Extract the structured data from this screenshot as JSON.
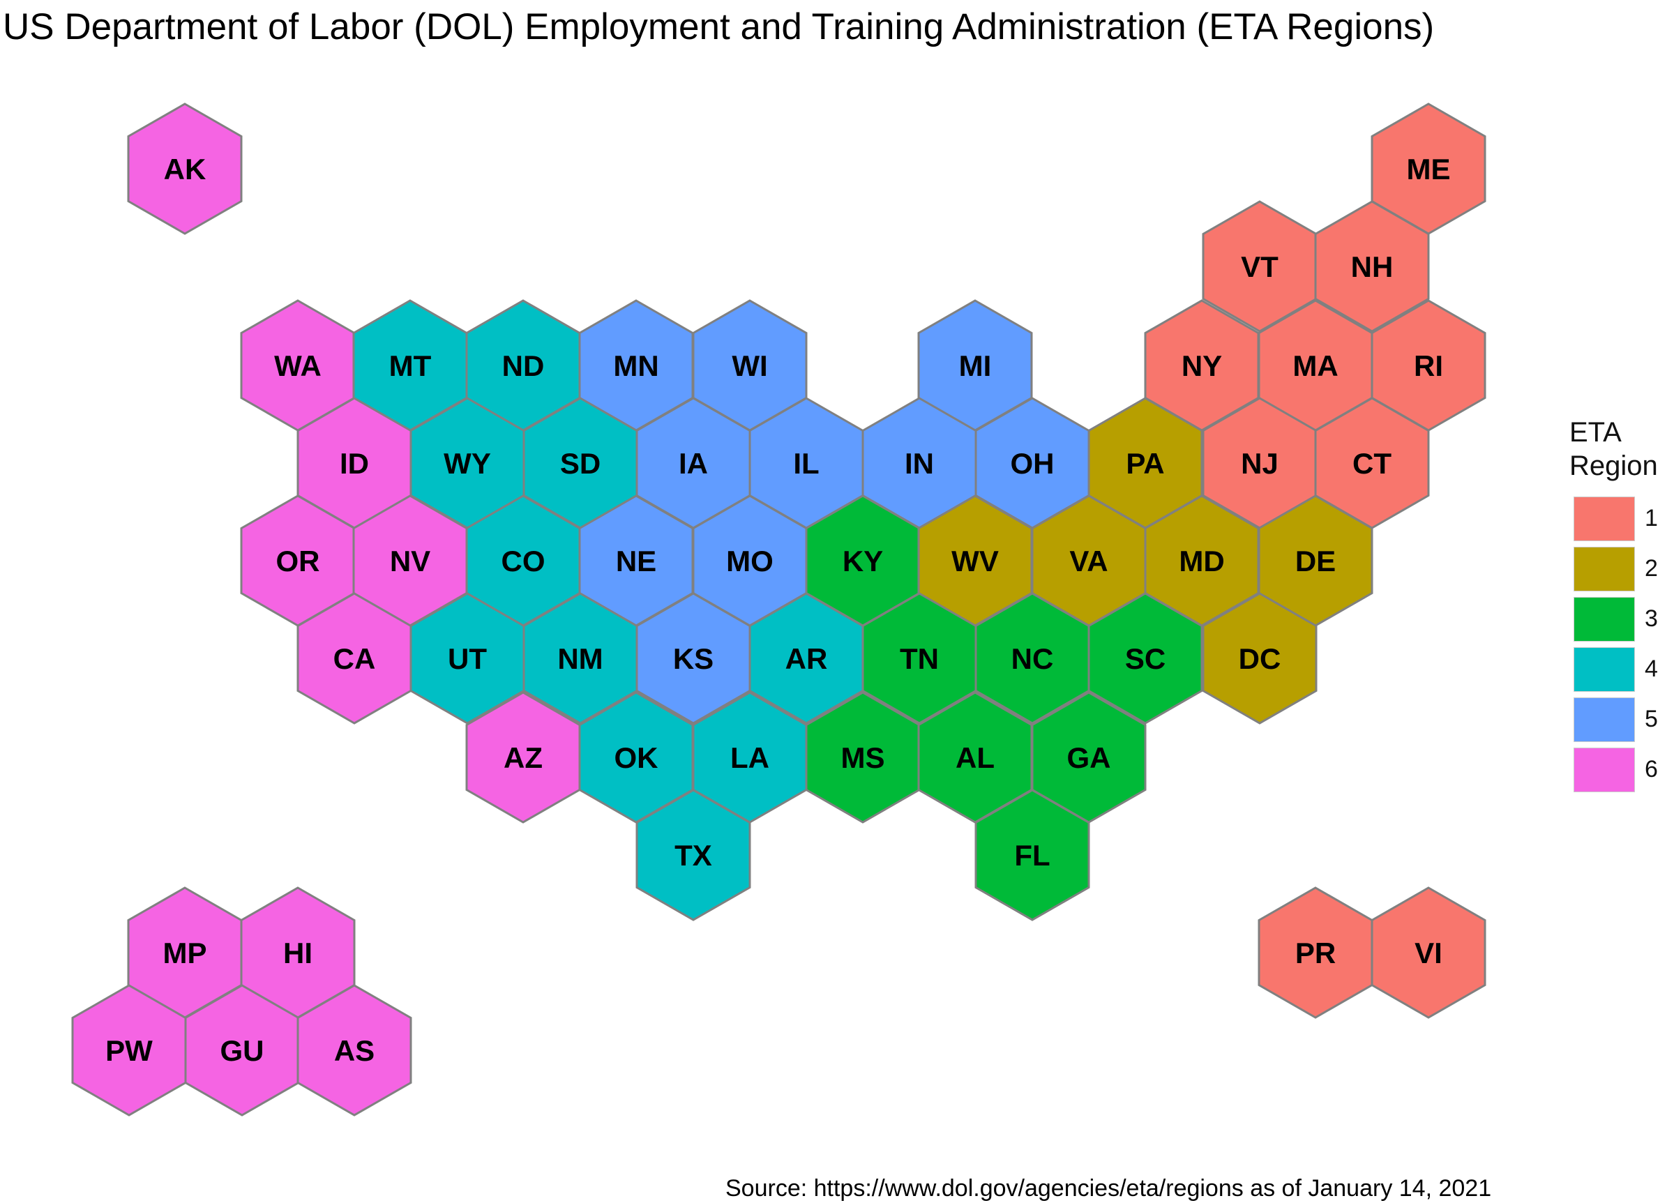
{
  "title": "US Department of Labor (DOL) Employment and Training Administration (ETA Regions)",
  "legend": {
    "title_line1": "ETA",
    "title_line2": "Region",
    "items": [
      {
        "label": "1",
        "color": "#F8766D"
      },
      {
        "label": "2",
        "color": "#B79F00"
      },
      {
        "label": "3",
        "color": "#00BA38"
      },
      {
        "label": "4",
        "color": "#00BFC4"
      },
      {
        "label": "5",
        "color": "#619CFF"
      },
      {
        "label": "6",
        "color": "#F564E3"
      }
    ]
  },
  "source": "Source: https://www.dol.gov/agencies/eta/regions as of January 14, 2021",
  "hex_style": {
    "border_color": "#808080"
  },
  "states": [
    {
      "abbr": "AK",
      "region": 6
    },
    {
      "abbr": "ME",
      "region": 1
    },
    {
      "abbr": "VT",
      "region": 1
    },
    {
      "abbr": "NH",
      "region": 1
    },
    {
      "abbr": "WA",
      "region": 6
    },
    {
      "abbr": "MT",
      "region": 4
    },
    {
      "abbr": "ND",
      "region": 4
    },
    {
      "abbr": "MN",
      "region": 5
    },
    {
      "abbr": "WI",
      "region": 5
    },
    {
      "abbr": "MI",
      "region": 5
    },
    {
      "abbr": "NY",
      "region": 1
    },
    {
      "abbr": "MA",
      "region": 1
    },
    {
      "abbr": "RI",
      "region": 1
    },
    {
      "abbr": "ID",
      "region": 6
    },
    {
      "abbr": "WY",
      "region": 4
    },
    {
      "abbr": "SD",
      "region": 4
    },
    {
      "abbr": "IA",
      "region": 5
    },
    {
      "abbr": "IL",
      "region": 5
    },
    {
      "abbr": "IN",
      "region": 5
    },
    {
      "abbr": "OH",
      "region": 5
    },
    {
      "abbr": "PA",
      "region": 2
    },
    {
      "abbr": "NJ",
      "region": 1
    },
    {
      "abbr": "CT",
      "region": 1
    },
    {
      "abbr": "OR",
      "region": 6
    },
    {
      "abbr": "NV",
      "region": 6
    },
    {
      "abbr": "CO",
      "region": 4
    },
    {
      "abbr": "NE",
      "region": 5
    },
    {
      "abbr": "MO",
      "region": 5
    },
    {
      "abbr": "KY",
      "region": 3
    },
    {
      "abbr": "WV",
      "region": 2
    },
    {
      "abbr": "VA",
      "region": 2
    },
    {
      "abbr": "MD",
      "region": 2
    },
    {
      "abbr": "DE",
      "region": 2
    },
    {
      "abbr": "CA",
      "region": 6
    },
    {
      "abbr": "UT",
      "region": 4
    },
    {
      "abbr": "NM",
      "region": 4
    },
    {
      "abbr": "KS",
      "region": 5
    },
    {
      "abbr": "AR",
      "region": 4
    },
    {
      "abbr": "TN",
      "region": 3
    },
    {
      "abbr": "NC",
      "region": 3
    },
    {
      "abbr": "SC",
      "region": 3
    },
    {
      "abbr": "DC",
      "region": 2
    },
    {
      "abbr": "AZ",
      "region": 6
    },
    {
      "abbr": "OK",
      "region": 4
    },
    {
      "abbr": "LA",
      "region": 4
    },
    {
      "abbr": "MS",
      "region": 3
    },
    {
      "abbr": "AL",
      "region": 3
    },
    {
      "abbr": "GA",
      "region": 3
    },
    {
      "abbr": "TX",
      "region": 4
    },
    {
      "abbr": "FL",
      "region": 3
    },
    {
      "abbr": "MP",
      "region": 6
    },
    {
      "abbr": "HI",
      "region": 6
    },
    {
      "abbr": "PW",
      "region": 6
    },
    {
      "abbr": "GU",
      "region": 6
    },
    {
      "abbr": "AS",
      "region": 6
    },
    {
      "abbr": "PR",
      "region": 1
    },
    {
      "abbr": "VI",
      "region": 1
    }
  ]
}
